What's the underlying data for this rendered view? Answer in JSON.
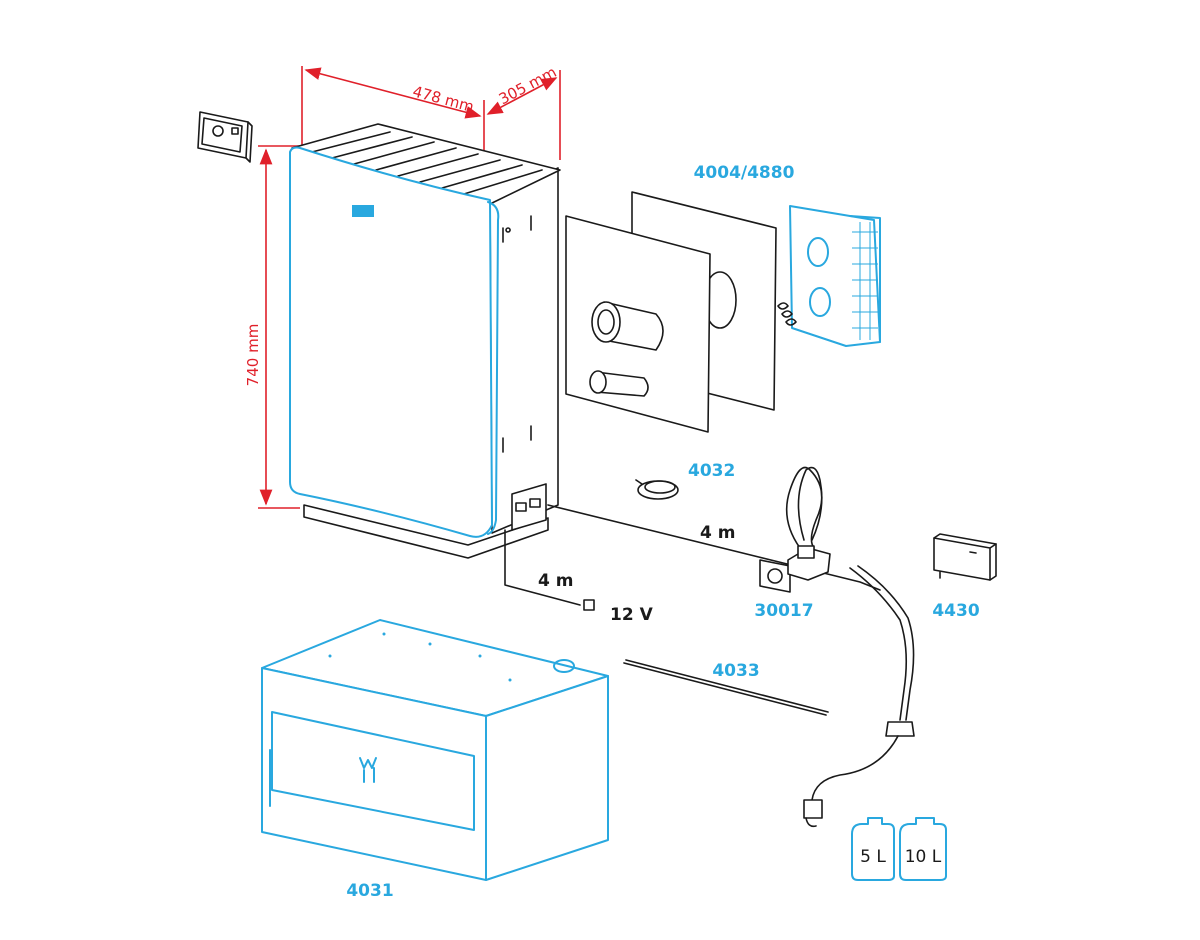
{
  "dimensions": {
    "width": "478 mm",
    "depth": "305 mm",
    "height": "740 mm"
  },
  "parts": {
    "flue_kit": "4004/4880",
    "cable": "4032",
    "water_tank": "4031",
    "pipe": "4033",
    "pump": "30017",
    "control_panel": "4430"
  },
  "cables": {
    "heater_to_pump": "4 m",
    "power_cable": "4 m",
    "voltage": "12 V"
  },
  "canisters": {
    "small": "5 L",
    "large": "10 L"
  },
  "colors": {
    "accent": "#29a8df",
    "dimension": "#e0202a",
    "line": "#1a1a1a"
  }
}
